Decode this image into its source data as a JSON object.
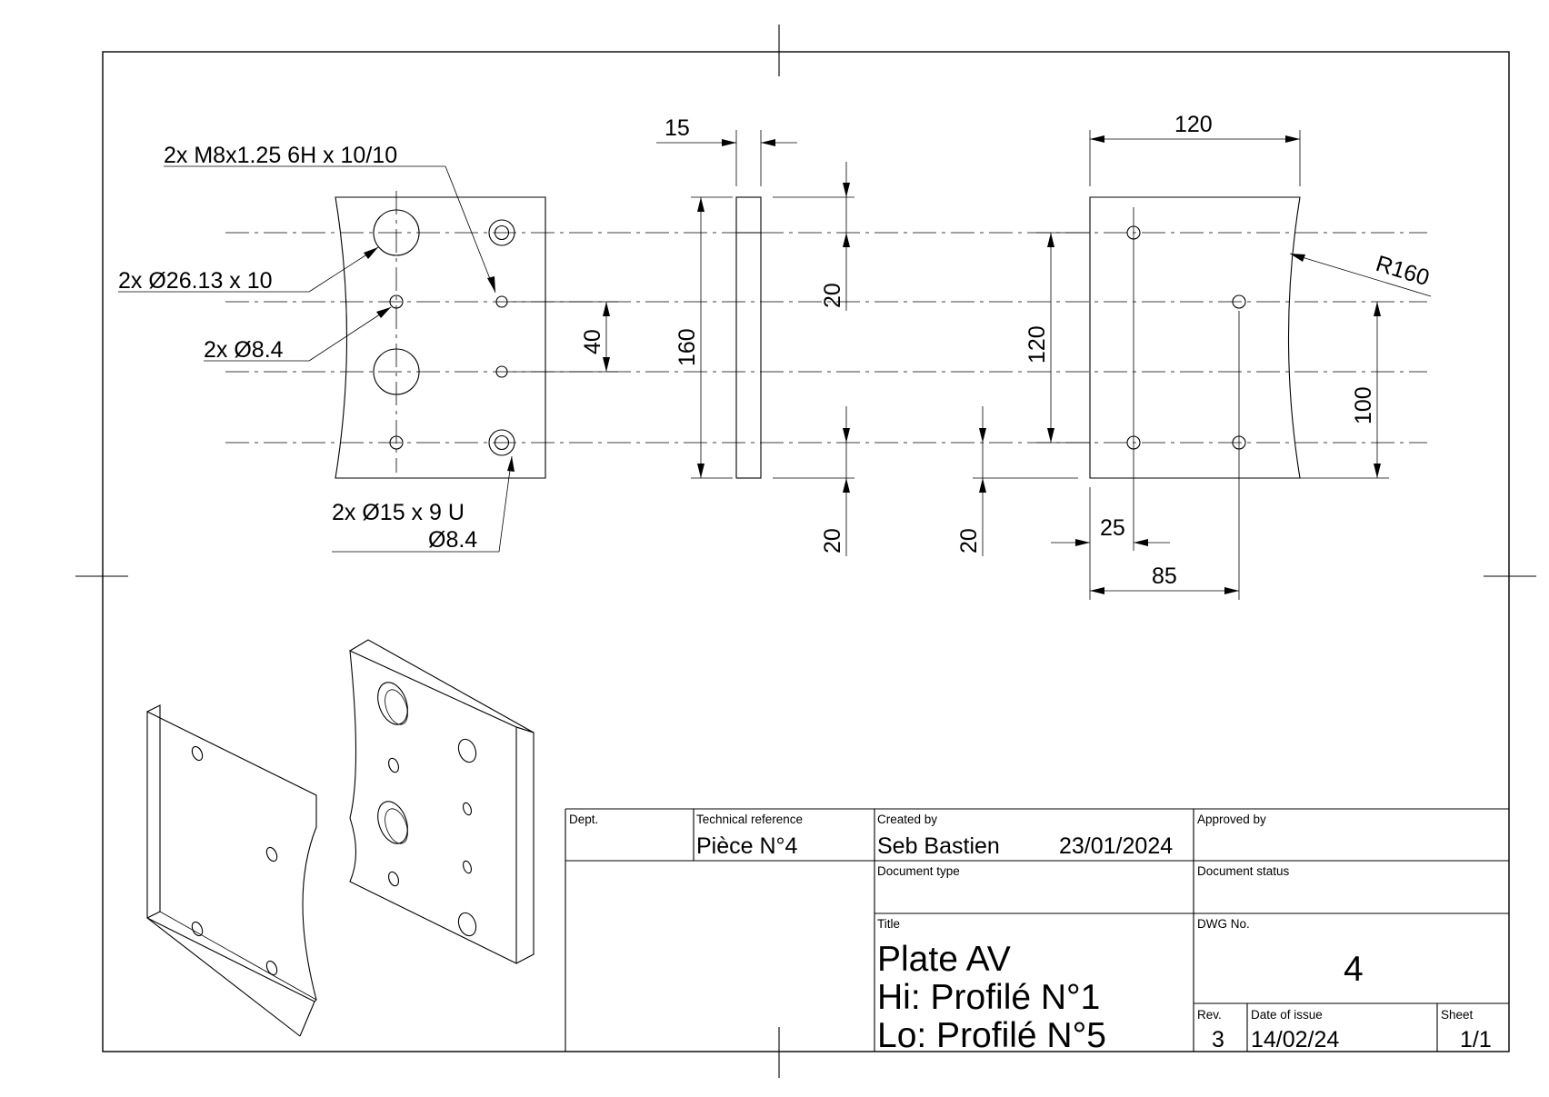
{
  "annotations": {
    "tapped_holes": "2x M8x1.25 6H x 10/10",
    "counterbore_big": "2x Ø26.13 x 10",
    "through_holes": "2x Ø8.4",
    "counterbore_small_line1": "2x Ø15 x 9 U",
    "counterbore_small_line2": "Ø8.4",
    "radius": "R160"
  },
  "dimensions": {
    "front_spacing": "40",
    "side_thickness": "15",
    "side_height": "160",
    "side_top_offset": "20",
    "side_bottom_offset": "20",
    "back_bottom_offset": "20",
    "back_width": "120",
    "back_hole_spacing": "120",
    "back_right_spacing": "100",
    "back_hole_x": "25",
    "back_hole_x2": "85"
  },
  "title_block": {
    "dept_label": "Dept.",
    "tech_ref_label": "Technical reference",
    "tech_ref_value": "Pièce N°4",
    "created_by_label": "Created by",
    "created_by_value": "Seb Bastien",
    "created_date": "23/01/2024",
    "approved_by_label": "Approved by",
    "doc_type_label": "Document type",
    "doc_status_label": "Document status",
    "title_label": "Title",
    "title_line1": "Plate AV",
    "title_line2": "Hi: Profilé N°1",
    "title_line3": "Lo: Profilé N°5",
    "dwg_no_label": "DWG No.",
    "dwg_no_value": "4",
    "rev_label": "Rev.",
    "rev_value": "3",
    "date_issue_label": "Date of issue",
    "date_issue_value": "14/02/24",
    "sheet_label": "Sheet",
    "sheet_value": "1/1"
  }
}
